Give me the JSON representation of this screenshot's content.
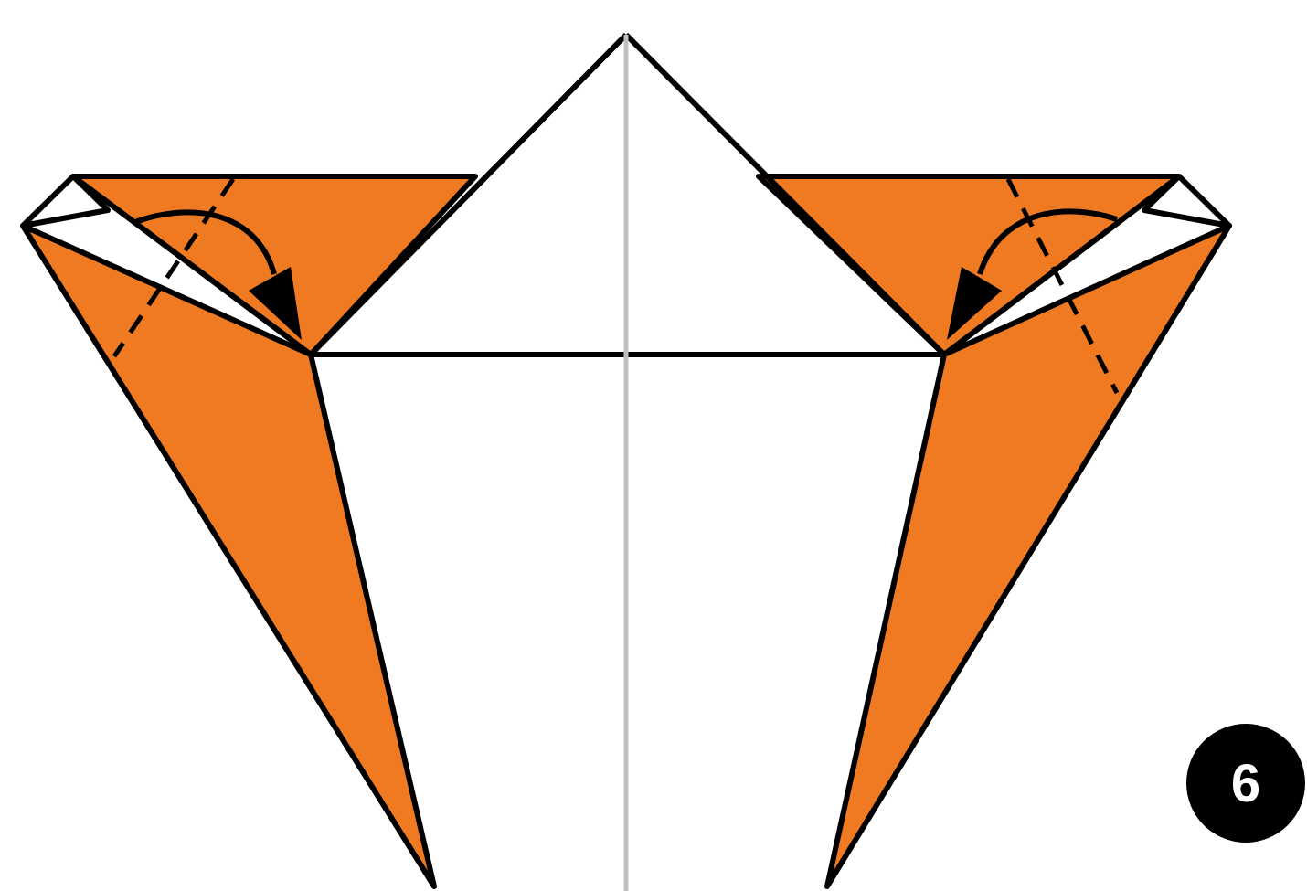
{
  "diagram": {
    "type": "origami-step",
    "paper_color": "#F07A22",
    "paper_back_color": "#FFFFFF",
    "line_color": "#000000",
    "center_crease_color": "#BFBFBF",
    "arrows": [
      {
        "side": "left",
        "kind": "valley-fold-arrow",
        "direction": "down-right"
      },
      {
        "side": "right",
        "kind": "valley-fold-arrow",
        "direction": "down-left"
      }
    ],
    "fold_lines": [
      {
        "side": "left",
        "style": "dashed"
      },
      {
        "side": "right",
        "style": "dashed"
      }
    ]
  },
  "step": {
    "number": "6"
  }
}
